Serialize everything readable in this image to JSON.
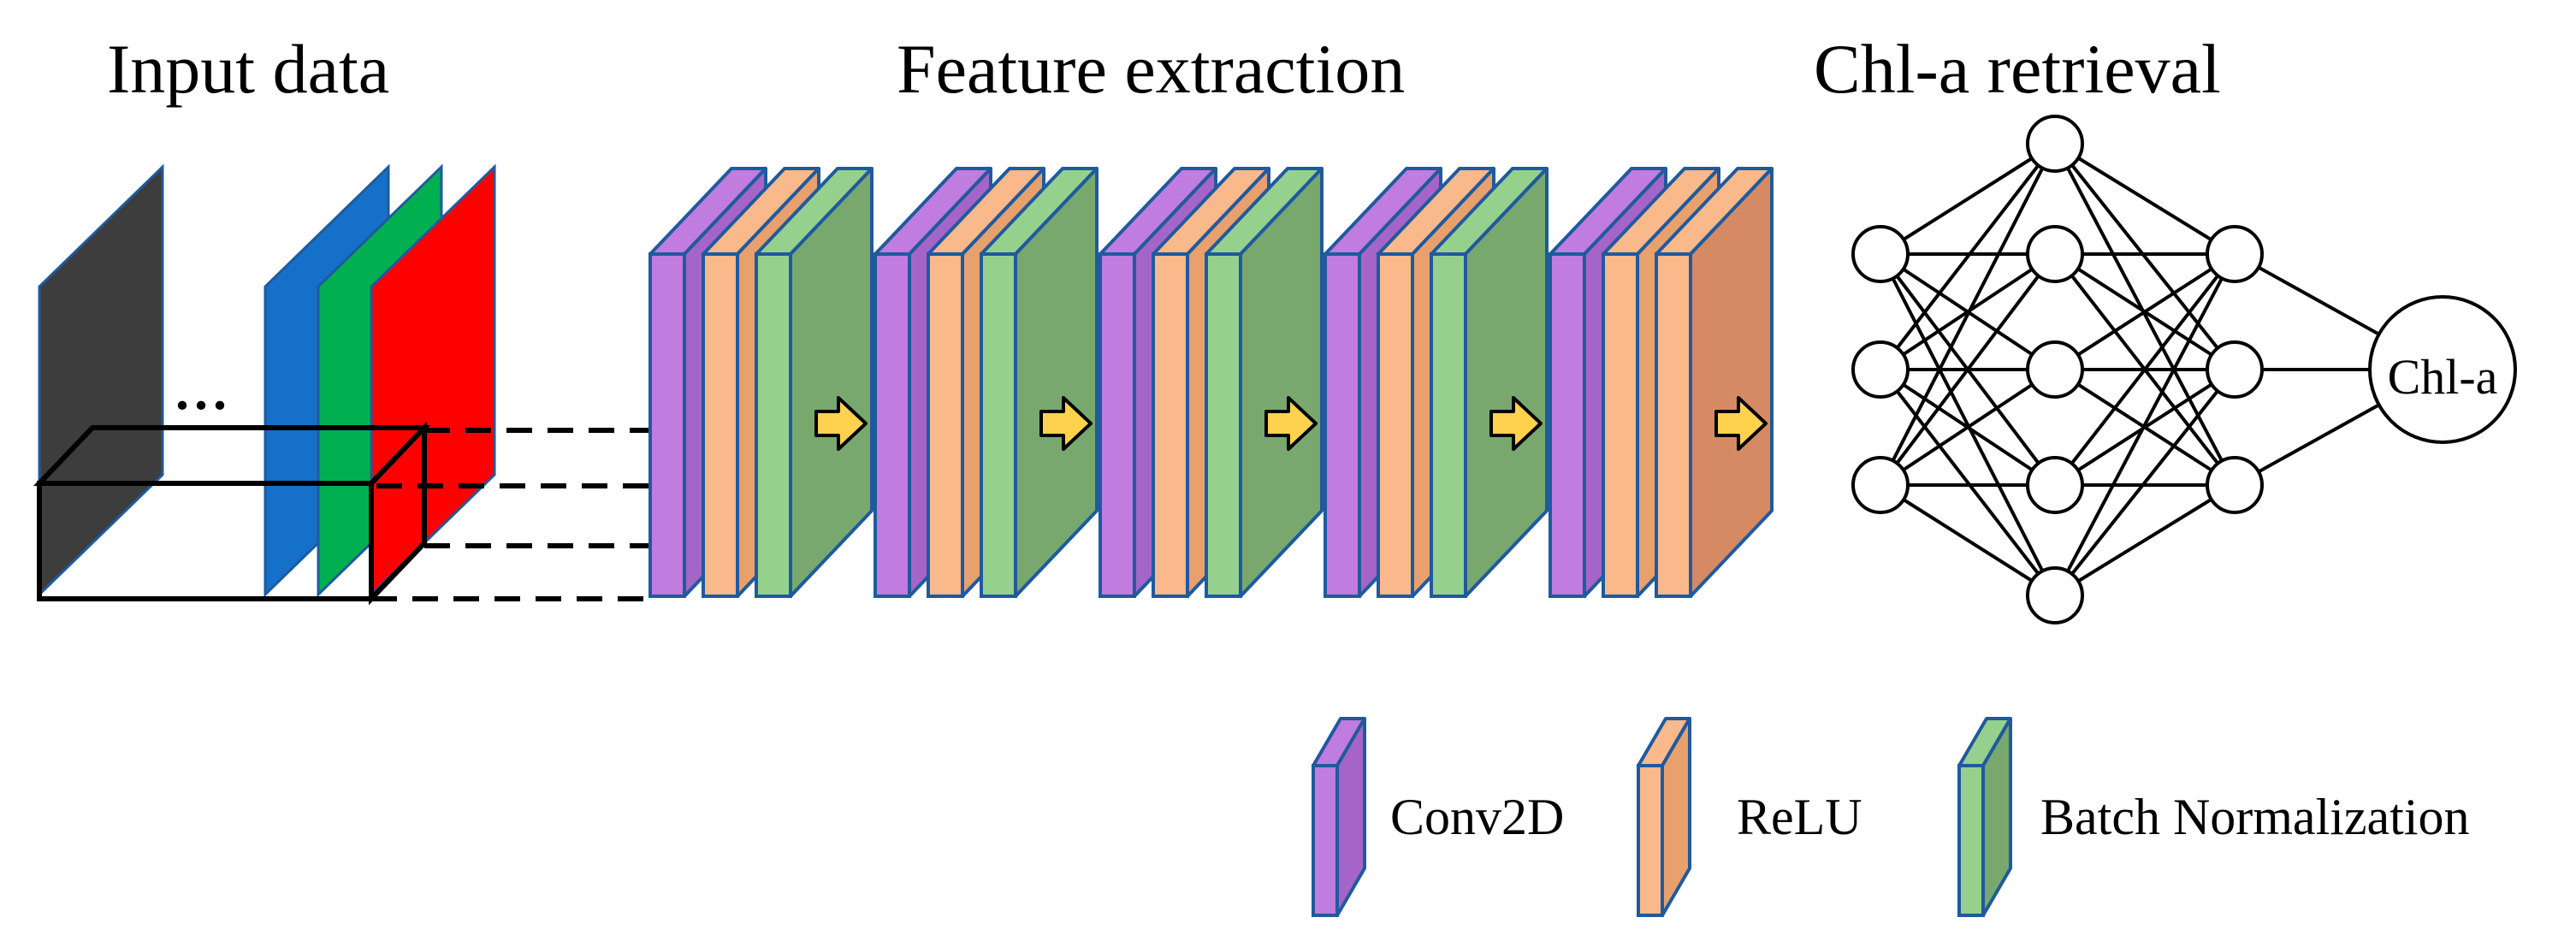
{
  "titles": {
    "input": "Input data",
    "feature": "Feature extraction",
    "retrieval": "Chl-a retrieval"
  },
  "input": {
    "ellipsis": "...",
    "band_colors": {
      "dark": "#3d3d3d",
      "blue": "#1470c8",
      "green": "#00b050",
      "red": "#ff0000"
    }
  },
  "feature": {
    "blocks": [
      [
        "conv",
        "relu",
        "bn"
      ],
      [
        "conv",
        "relu",
        "bn"
      ],
      [
        "conv",
        "relu",
        "bn"
      ],
      [
        "conv",
        "relu",
        "bn"
      ],
      [
        "conv",
        "relu",
        "final"
      ]
    ],
    "arrow_color": "#ffd24d",
    "layer_colors": {
      "conv": {
        "front": "#c07cde",
        "side": "#a565c8"
      },
      "relu": {
        "front": "#f9b98a",
        "side": "#e8a06d"
      },
      "bn": {
        "front": "#95d18c",
        "side": "#78a86e"
      },
      "final": {
        "front": "#f9b98a",
        "side": "#d68a63"
      },
      "edge": "#1f5a9e"
    }
  },
  "retrieval": {
    "layers": [
      3,
      5,
      3,
      1
    ],
    "output_label": "Chl-a"
  },
  "legend": [
    {
      "type": "conv",
      "label": "Conv2D"
    },
    {
      "type": "relu",
      "label": "ReLU"
    },
    {
      "type": "bn",
      "label": "Batch Normalization"
    }
  ]
}
